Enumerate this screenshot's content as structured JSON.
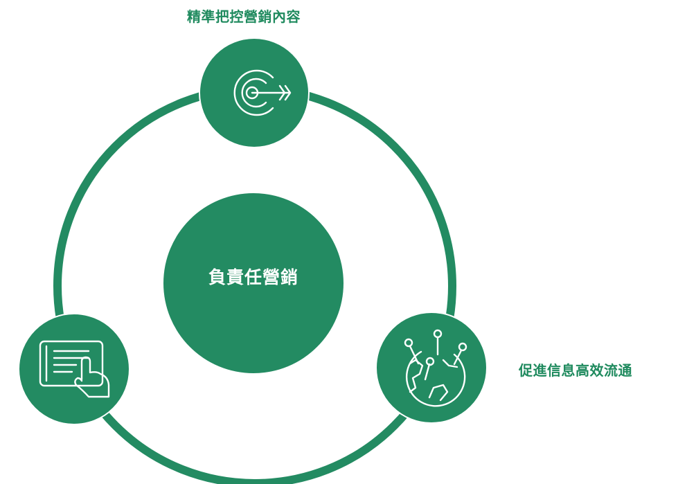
{
  "center": {
    "label": "負責任營銷"
  },
  "nodes": [
    {
      "label": "精準把控營銷內容",
      "icon": "target-arrow-icon"
    },
    {
      "label": "促進信息高效流通",
      "icon": "globe-network-icon"
    },
    {
      "label": "",
      "icon": "tablet-touch-icon"
    }
  ],
  "colors": {
    "primary": "#238b62",
    "text": "#1f8a5e",
    "background": "#ffffff"
  }
}
